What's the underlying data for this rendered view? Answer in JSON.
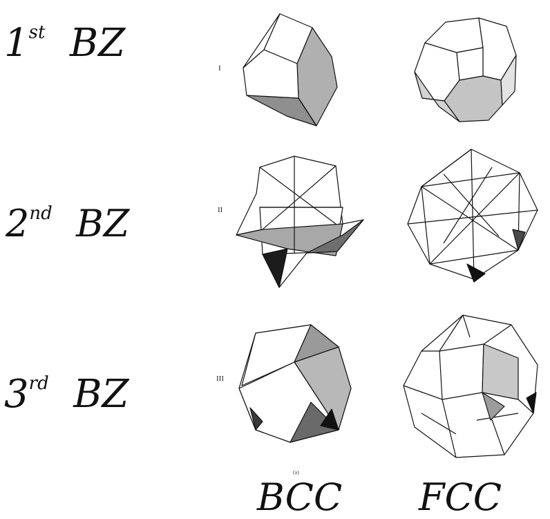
{
  "row_labels": {
    "row1_main": "1",
    "row1_sup": "st",
    "row1_zone": "BZ",
    "row2_main": "2",
    "row2_sup": "nd",
    "row2_zone": "BZ",
    "row3_main": "3",
    "row3_sup": "rd",
    "row3_zone": "BZ"
  },
  "roman_numerals": [
    "I",
    "II",
    "III"
  ],
  "column_labels": [
    "BCC",
    "FCC"
  ],
  "figure_tag": "(a)",
  "panels": [
    {
      "lattice": "BCC",
      "zone": "1st BZ",
      "solid": "rhombic dodecahedron"
    },
    {
      "lattice": "FCC",
      "zone": "1st BZ",
      "solid": "truncated octahedron"
    },
    {
      "lattice": "BCC",
      "zone": "2nd BZ",
      "solid": "stellated octahedron"
    },
    {
      "lattice": "FCC",
      "zone": "2nd BZ",
      "solid": "stellated cube"
    },
    {
      "lattice": "BCC",
      "zone": "3rd BZ",
      "solid": "faceted cube"
    },
    {
      "lattice": "FCC",
      "zone": "3rd BZ",
      "solid": "faceted polyhedron"
    }
  ],
  "colors": {
    "ink": "#111111",
    "paper": "#ffffff",
    "shade_light": "#d9d9d9",
    "shade_mid": "#9a9a9a",
    "shade_dark": "#111111"
  }
}
